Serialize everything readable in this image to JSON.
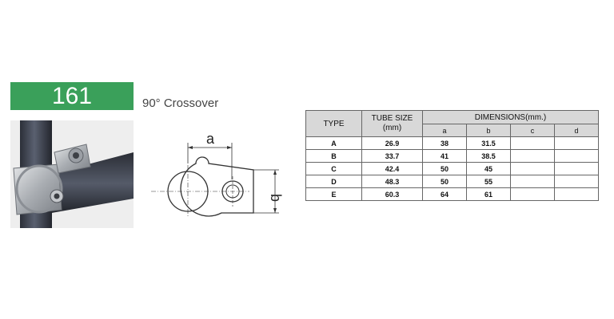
{
  "product": {
    "code": "161",
    "name": "90° Crossover",
    "accent_color": "#3aa05a"
  },
  "photo": {
    "icon": "crossover-fitting-photo"
  },
  "drawing": {
    "icon": "crossover-technical-drawing",
    "dim_a_label": "a",
    "dim_b_label": "b"
  },
  "table": {
    "type_header": "TYPE",
    "tube_header_line1": "TUBE SIZE",
    "tube_header_line2": "(mm)",
    "dimensions_header": "DIMENSIONS(mm.)",
    "dim_columns": [
      "a",
      "b",
      "c",
      "d"
    ],
    "rows": [
      {
        "type": "A",
        "tube": "26.9",
        "a": "38",
        "b": "31.5",
        "c": "",
        "d": ""
      },
      {
        "type": "B",
        "tube": "33.7",
        "a": "41",
        "b": "38.5",
        "c": "",
        "d": ""
      },
      {
        "type": "C",
        "tube": "42.4",
        "a": "50",
        "b": "45",
        "c": "",
        "d": ""
      },
      {
        "type": "D",
        "tube": "48.3",
        "a": "50",
        "b": "55",
        "c": "",
        "d": ""
      },
      {
        "type": "E",
        "tube": "60.3",
        "a": "64",
        "b": "61",
        "c": "",
        "d": ""
      }
    ]
  }
}
